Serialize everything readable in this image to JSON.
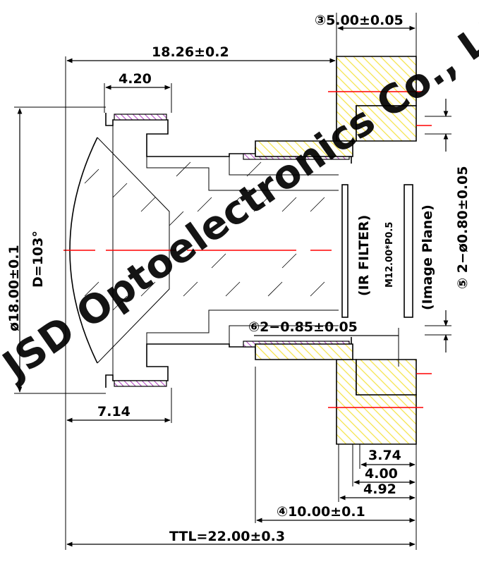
{
  "dimensions": {
    "overall_length": "18.26±0.2",
    "front_step": "4.20",
    "front_flange": "7.14",
    "ttl": "TTL=22.00±0.3",
    "thread_to_image": "④10.00±0.1",
    "holder_width": "③5.00±0.05",
    "d374": "3.74",
    "d400": "4.00",
    "d492": "4.92",
    "holes_top": "⑤ 2−ø0.80±0.05",
    "holes_bottom": "⑥2−0.85±0.05"
  },
  "labels": {
    "diameter": "ø18.00±0.1",
    "fov": "D=103°",
    "ir_filter": "(IR FILTER)",
    "thread": "M12.00*P0.5",
    "image_plane": "(Image Plane)"
  },
  "watermark": "JSD Optoelectronics Co., Ltd",
  "colors": {
    "line": "#000000",
    "center": "#ff0000",
    "hatch_yellow": "#f5e44a",
    "hatch_purple": "#b040c0"
  }
}
